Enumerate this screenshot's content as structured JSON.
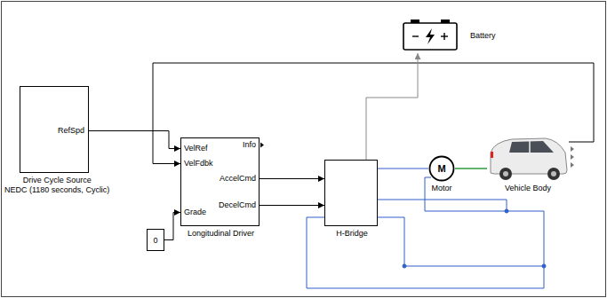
{
  "diagram": {
    "nodes": [
      {
        "text": [
          "RefSpd",
          "Drive Cycle Source",
          "NEDC (1180 seconds, Cyclic)"
        ]
      },
      {
        "text": [
          "VelRef",
          "VelFdbk",
          "Grade",
          "Info",
          "AccelCmd",
          "DecelCmd",
          "Longitudinal Driver"
        ]
      },
      {
        "text": [
          "0"
        ]
      },
      {
        "text": [
          "H-Bridge"
        ]
      },
      {
        "text": [
          "Battery"
        ]
      },
      {
        "text": [
          "M",
          "Motor"
        ]
      },
      {
        "text": [
          "Vehicle Body"
        ]
      }
    ],
    "edges": [
      {
        "from": 0,
        "to": 1,
        "arrow": "to"
      },
      {
        "from": 6,
        "to": 1,
        "arrow": "to"
      },
      {
        "from": 2,
        "to": 1,
        "arrow": "to"
      },
      {
        "from": 1,
        "to": 3,
        "arrow": "to"
      },
      {
        "from": 1,
        "to": 3,
        "arrow": "to"
      },
      {
        "from": 3,
        "to": 4,
        "arrow": "to"
      },
      {
        "from": 3,
        "to": 5,
        "arrow": "none"
      },
      {
        "from": 5,
        "to": 6,
        "arrow": "none"
      }
    ]
  }
}
